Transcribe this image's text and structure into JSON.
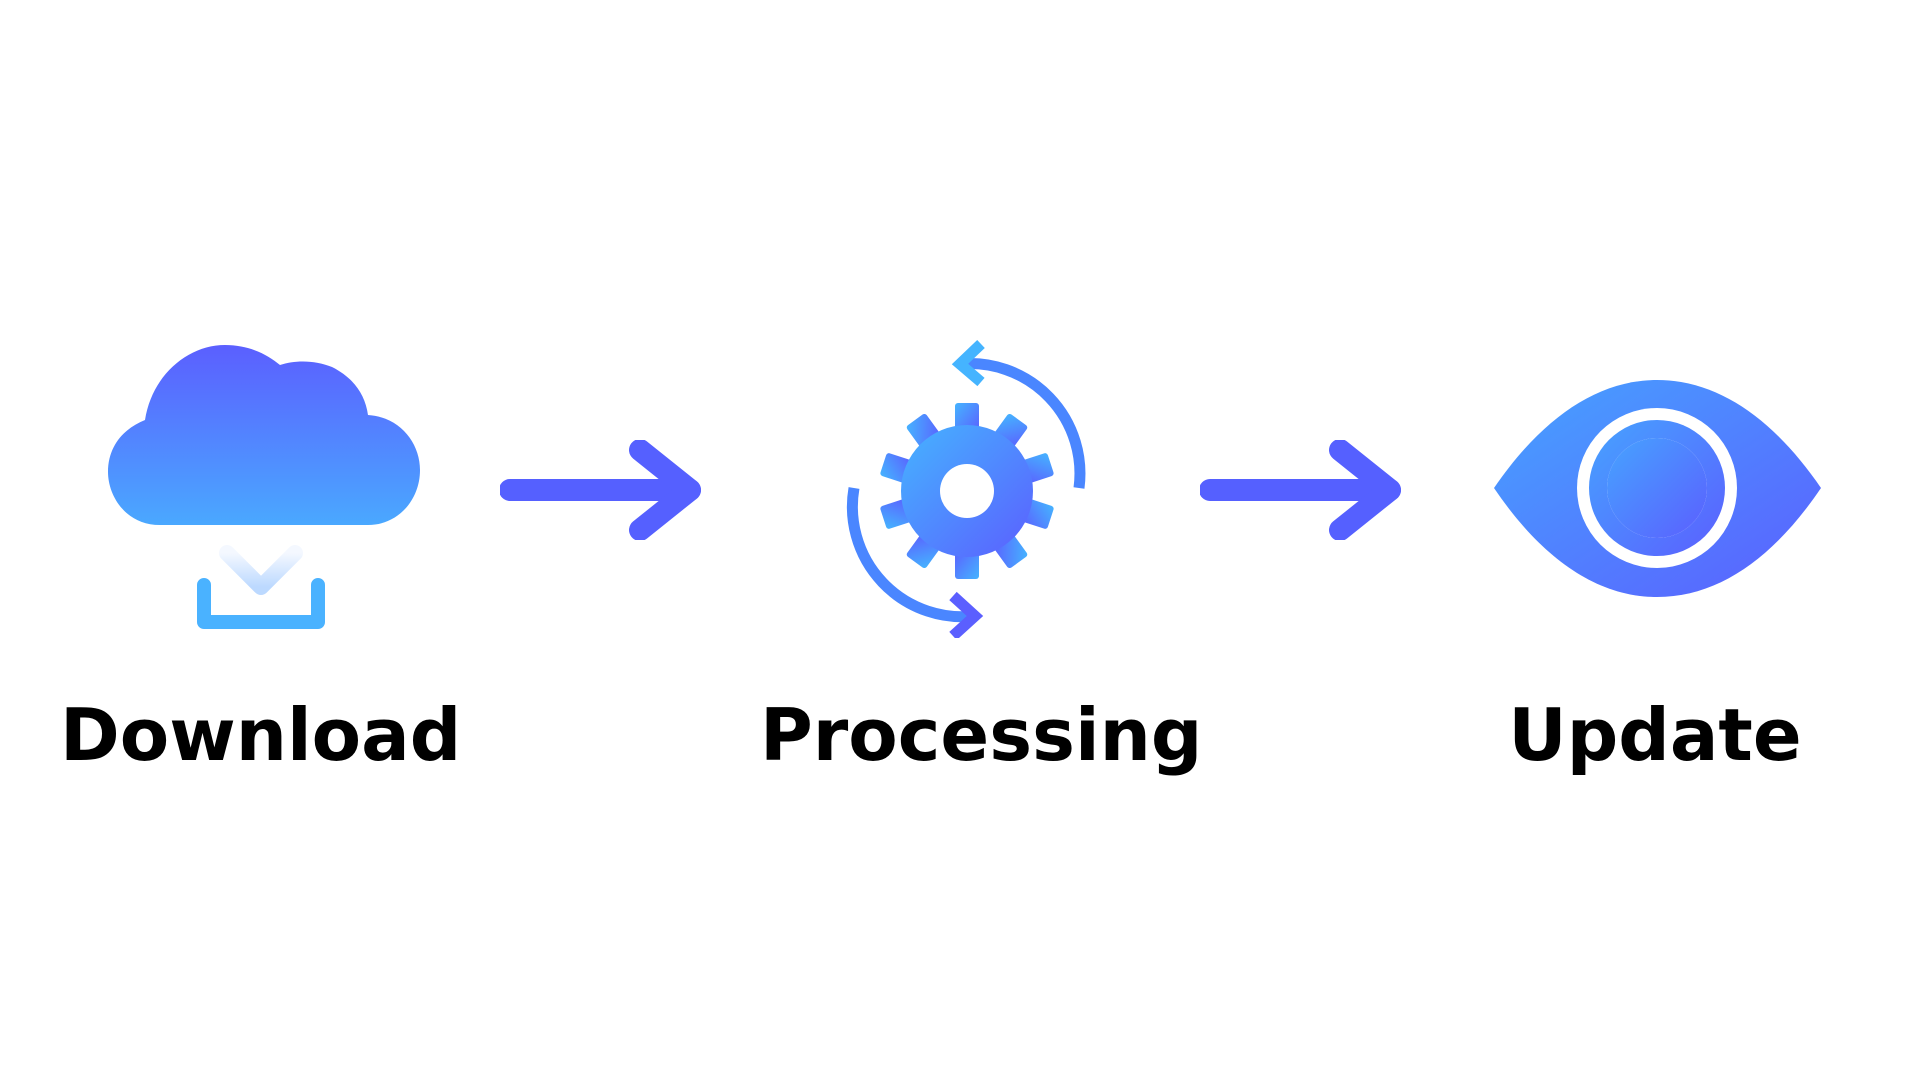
{
  "steps": [
    {
      "label": "Download",
      "icon": "cloud-download-icon"
    },
    {
      "label": "Processing",
      "icon": "gear-refresh-icon"
    },
    {
      "label": "Update",
      "icon": "eye-icon"
    }
  ],
  "connectors": [
    "arrow-right-icon",
    "arrow-right-icon"
  ],
  "colors": {
    "primary": "#5b66ff",
    "secondary": "#4aa8ff",
    "text": "#000000",
    "background": "#ffffff"
  }
}
